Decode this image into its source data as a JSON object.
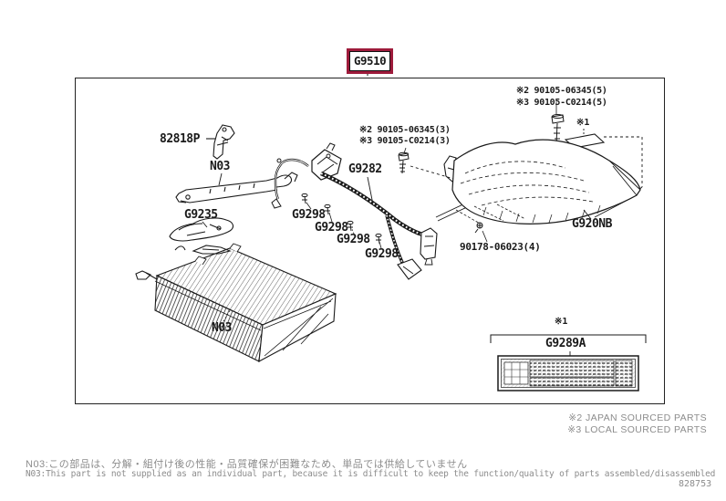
{
  "colors": {
    "highlight_box": "#9e1b3b",
    "label_text": "#1a1a1a",
    "muted_text": "#8c8c8c"
  },
  "header": {
    "main_part_code": "G9510"
  },
  "callouts": {
    "fasteners_top": {
      "line1": "※2 90105-06345(5)",
      "line2": "※3 90105-C0214(5)"
    },
    "fasteners_mid": {
      "line1": "※2 90105-06345(3)",
      "line2": "※3 90105-C0214(3)"
    },
    "clamp": "82818P",
    "rail_note": "N03",
    "bracket": "G9235",
    "wire_harness": "G9282",
    "clips": [
      "G9298",
      "G9298",
      "G9298",
      "G9298"
    ],
    "bolt": "90178-06023(4)",
    "cover": "G920NB",
    "battery_note": "N03",
    "caution_label": "G9289A",
    "ref_mark_plate": "※1",
    "ref_mark_label": "※1"
  },
  "legend": {
    "japan_sourced": "※2 JAPAN SOURCED PARTS",
    "local_sourced": "※3 LOCAL SOURCED PARTS"
  },
  "footnotes": {
    "jp": "N03:この部品は、分解・組付け後の性能・品質確保が困難なため、単品では供給していません",
    "en": "N03:This part is not supplied as an individual part, because it is difficult to keep the function/quality of parts assembled/disassembled"
  },
  "figure_number": "828753"
}
